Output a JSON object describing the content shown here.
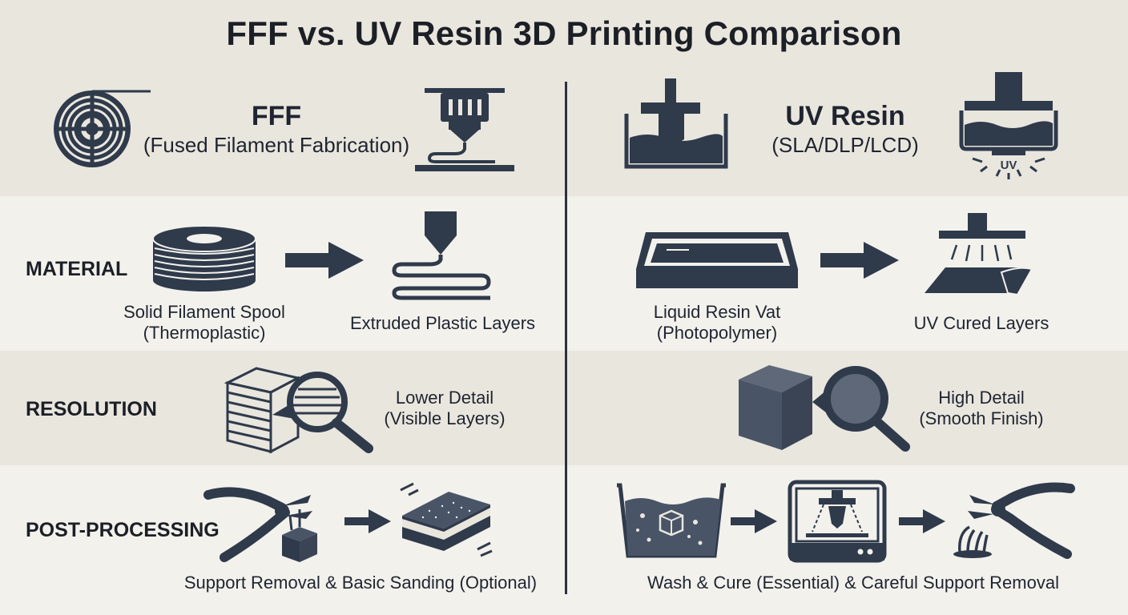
{
  "title": "FFF vs. UV Resin 3D Printing Comparison",
  "colors": {
    "ink": "#2f3a4b",
    "band_dark": "#e9e6de",
    "band_light": "#f2f1ec",
    "text": "#1f2430"
  },
  "fff": {
    "heading": "FFF",
    "subheading": "(Fused Filament Fabrication)",
    "material": {
      "from_line1": "Solid Filament Spool",
      "from_line2": "(Thermoplastic)",
      "to": "Extruded Plastic Layers"
    },
    "resolution": {
      "line1": "Lower Detail",
      "line2": "(Visible Layers)"
    },
    "post": "Support Removal & Basic Sanding (Optional)"
  },
  "resin": {
    "heading": "UV Resin",
    "subheading": "(SLA/DLP/LCD)",
    "uv_label": "UV",
    "material": {
      "from_line1": "Liquid Resin Vat",
      "from_line2": "(Photopolymer)",
      "to": "UV Cured Layers"
    },
    "resolution": {
      "line1": "High Detail",
      "line2": "(Smooth Finish)"
    },
    "post": "Wash & Cure (Essential) & Careful Support Removal"
  },
  "rows": {
    "material": "MATERIAL",
    "resolution": "RESOLUTION",
    "post": "POST-PROCESSING"
  },
  "icons": [
    "filament-reel-icon",
    "fff-nozzle-icon",
    "resin-vat-platform-icon",
    "resin-printer-uv-icon",
    "filament-spool-icon",
    "arrow-right-icon",
    "extruded-layers-icon",
    "resin-tray-icon",
    "uv-cured-layers-icon",
    "layered-cube-magnifier-icon",
    "smooth-cube-magnifier-icon",
    "pliers-icon",
    "sanding-block-icon",
    "wash-bath-icon",
    "cure-station-icon"
  ]
}
